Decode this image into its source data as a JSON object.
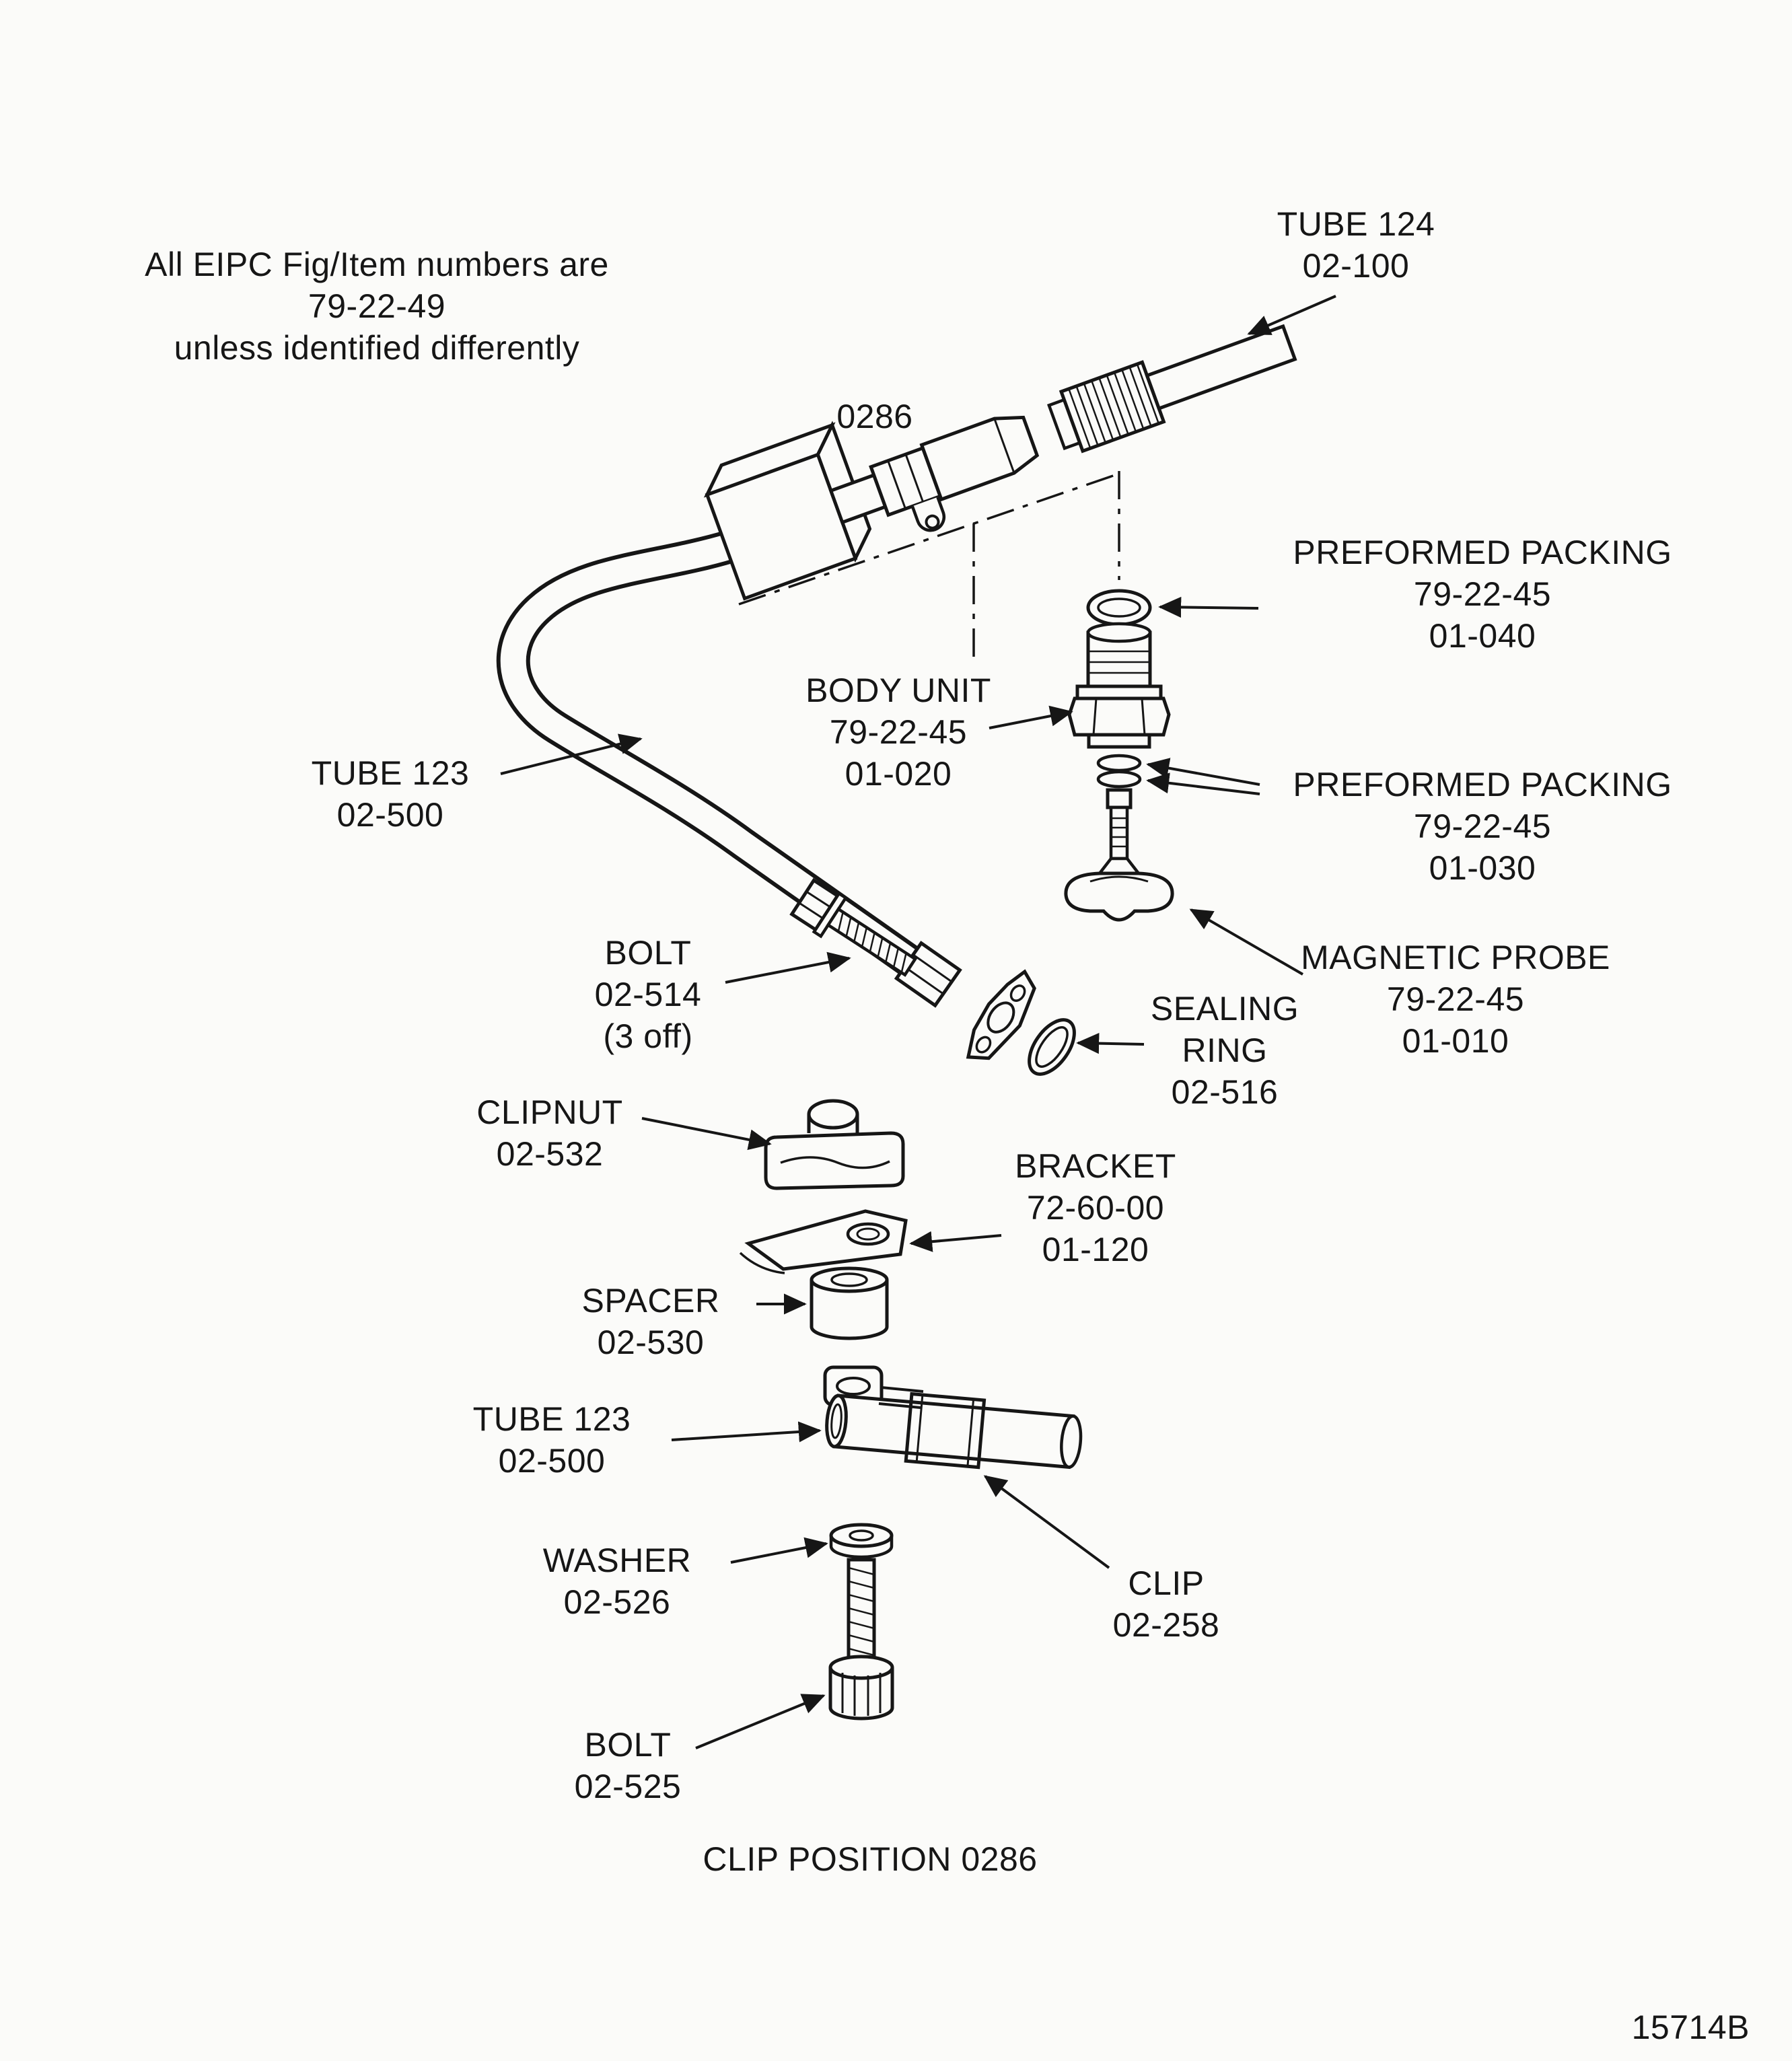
{
  "figure": {
    "note": [
      "All EIPC Fig/Item numbers are",
      "79-22-49",
      "unless identified differently"
    ],
    "position_marker": "0286",
    "caption": "CLIP POSITION 0286",
    "figure_number": "15714B"
  },
  "labels": {
    "tube_124": [
      "TUBE 124",
      "02-100"
    ],
    "preformed_packing_040": [
      "PREFORMED PACKING",
      "79-22-45",
      "01-040"
    ],
    "body_unit": [
      "BODY UNIT",
      "79-22-45",
      "01-020"
    ],
    "tube_123_upper": [
      "TUBE 123",
      "02-500"
    ],
    "preformed_packing_030": [
      "PREFORMED PACKING",
      "79-22-45",
      "01-030"
    ],
    "bolt_514": [
      "BOLT",
      "02-514",
      "(3 off)"
    ],
    "magnetic_probe": [
      "MAGNETIC PROBE",
      "79-22-45",
      "01-010"
    ],
    "sealing_ring": [
      "SEALING",
      "RING",
      "02-516"
    ],
    "clipnut": [
      "CLIPNUT",
      "02-532"
    ],
    "bracket": [
      "BRACKET",
      "72-60-00",
      "01-120"
    ],
    "spacer": [
      "SPACER",
      "02-530"
    ],
    "tube_123_lower": [
      "TUBE 123",
      "02-500"
    ],
    "washer": [
      "WASHER",
      "02-526"
    ],
    "clip": [
      "CLIP",
      "02-258"
    ],
    "bolt_525": [
      "BOLT",
      "02-525"
    ]
  },
  "colors": {
    "ink": "#161616",
    "background": "#fbfbf9"
  }
}
